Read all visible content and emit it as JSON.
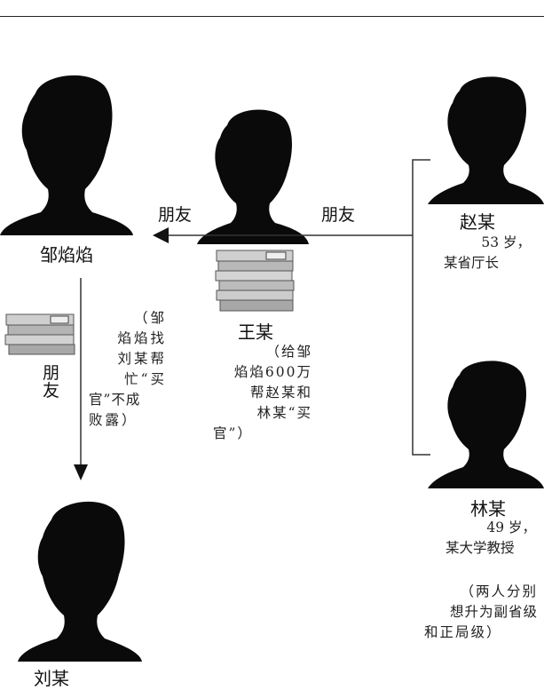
{
  "people": {
    "zou": {
      "name": "邹焰焰"
    },
    "wang": {
      "name": "王某",
      "note": [
        "（给邹",
        "焰焰600万",
        "帮赵某和",
        "林某“买",
        "官”）"
      ]
    },
    "zhao": {
      "name": "赵某",
      "line1": "53 岁，",
      "line2": "某省厅长"
    },
    "lin": {
      "name": "林某",
      "line1": "49 岁，",
      "line2": "某大学教授"
    },
    "liu": {
      "name": "刘某"
    }
  },
  "relations": {
    "friend_left": "朋友",
    "friend_right": "朋友",
    "friend_vertical": [
      "朋",
      "友"
    ]
  },
  "notes": {
    "zou_liu": [
      "（邹",
      "焰焰找",
      "刘某帮",
      "忙“买",
      "官”不成",
      "败露）"
    ],
    "zhao_lin": [
      "（两人分别",
      "想升为副省级",
      "和正局级）"
    ]
  },
  "icons": [
    "person-silhouette-icon",
    "money-stack-icon",
    "arrow-left-icon",
    "arrow-down-icon"
  ]
}
